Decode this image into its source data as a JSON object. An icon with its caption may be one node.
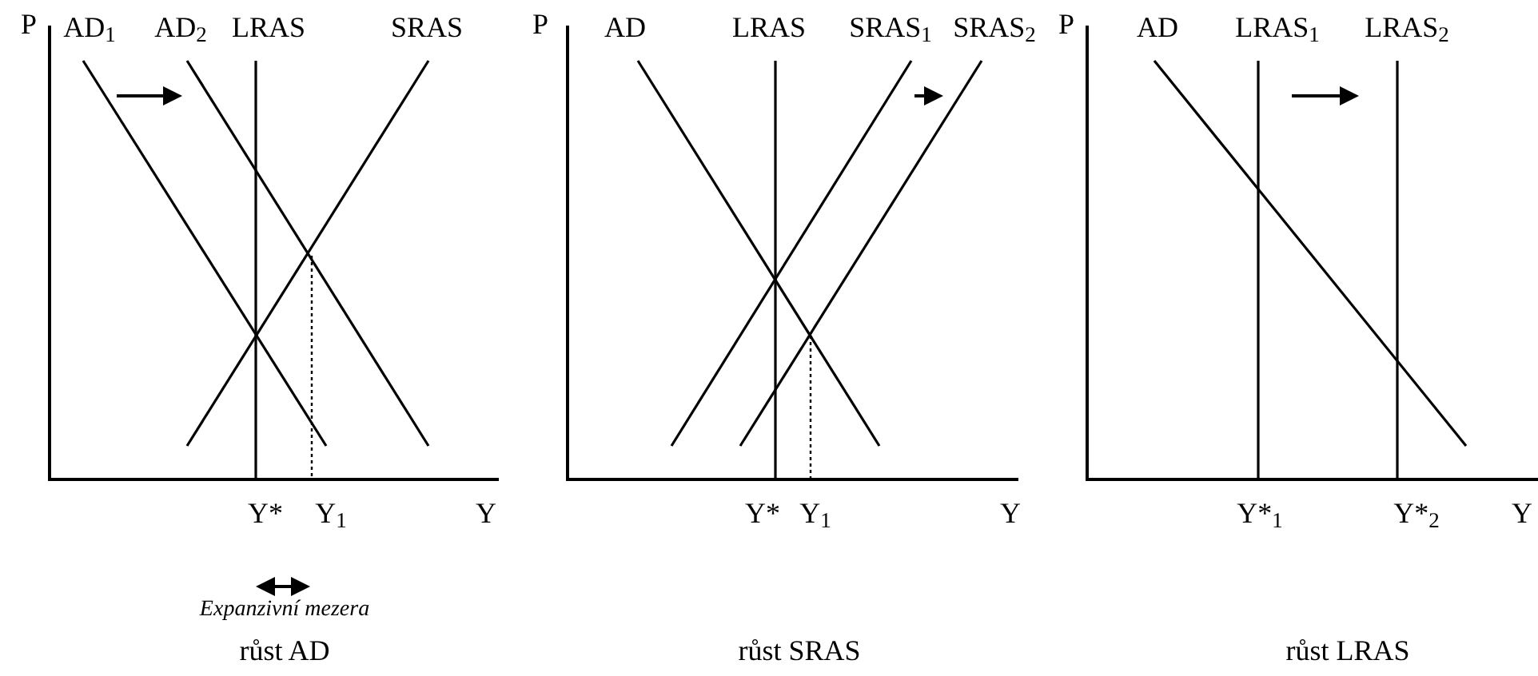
{
  "diagram": {
    "labels": [
      "P",
      "AD$_{1}$",
      "AD$_{2}$",
      "LRAS",
      "SRAS",
      "Y*",
      "Y$_{1}$",
      "Y",
      "Expanzivní mezera",
      "růst AD",
      "P",
      "AD",
      "LRAS",
      "SRAS$_{1}$",
      "SRAS$_{2}$",
      "Y*",
      "Y$_{1}$",
      "Y",
      "růst SRAS",
      "P",
      "AD",
      "LRAS$_{1}$",
      "LRAS$_{2}$",
      "Y*$_{1}$",
      "Y*$_{2}$",
      "Y",
      "růst LRAS"
    ]
  }
}
